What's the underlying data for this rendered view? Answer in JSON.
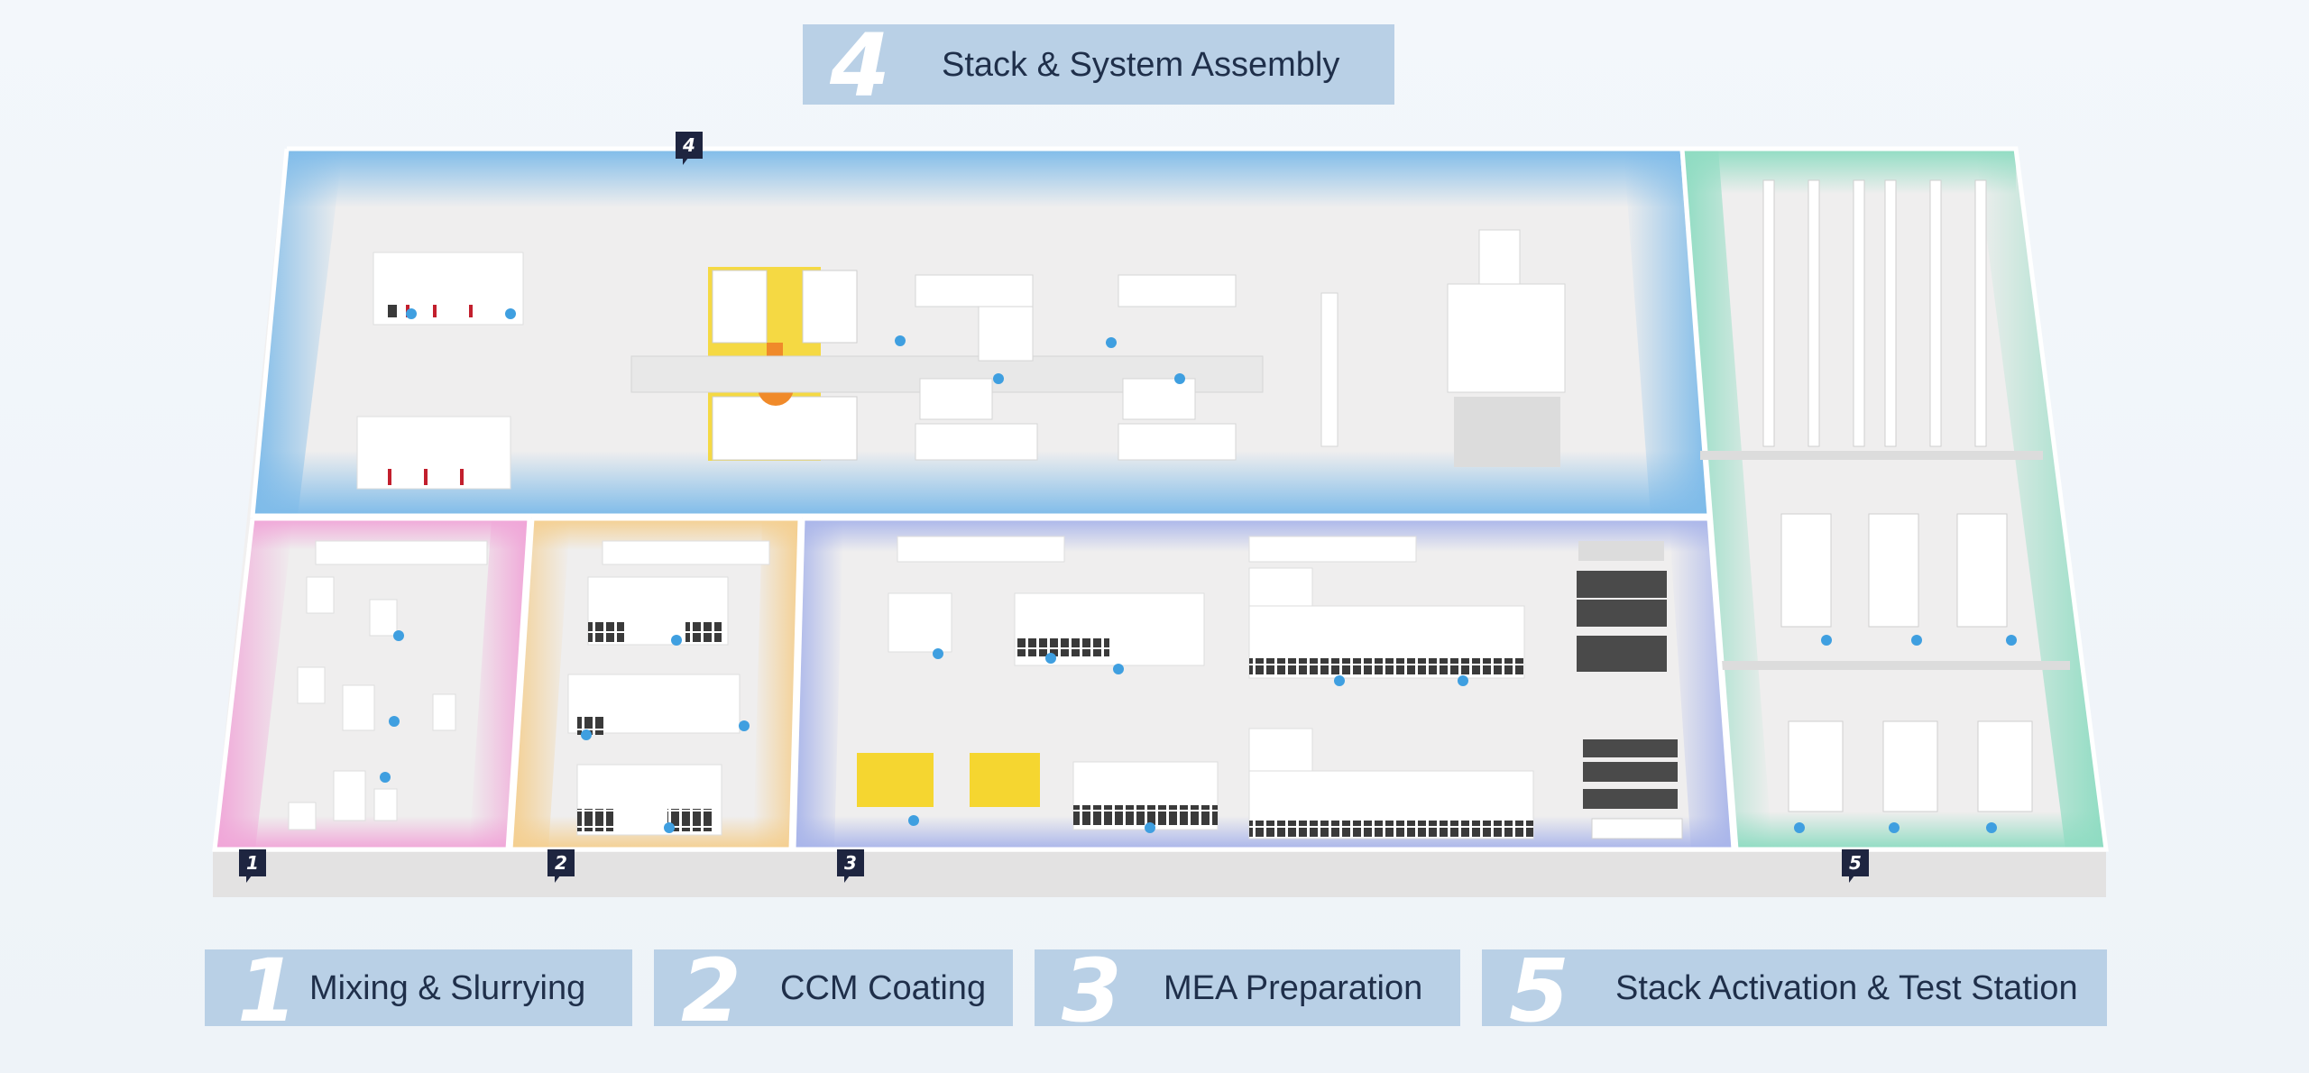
{
  "sections": [
    {
      "id": "4",
      "number": "4",
      "title": "Stack & System Assembly",
      "color": "#8cc4ec"
    },
    {
      "id": "1",
      "number": "1",
      "title": "Mixing & Slurrying",
      "color": "#f0a6d8"
    },
    {
      "id": "2",
      "number": "2",
      "title": "CCM Coating",
      "color": "#f4cf90"
    },
    {
      "id": "3",
      "number": "3",
      "title": "MEA Preparation",
      "color": "#a9b5ea"
    },
    {
      "id": "5",
      "number": "5",
      "title": "Stack Activation & Test Station",
      "color": "#8fdcc2"
    }
  ],
  "markers": [
    "4",
    "1",
    "2",
    "3",
    "5"
  ],
  "colors": {
    "label_bg": "#b9d0e6",
    "label_text": "#1f2f4a",
    "marker_bg": "#1e2540",
    "floor": "#efeeee",
    "base": "#e3e2e2",
    "worker": "#3f9fe0",
    "robot": "#f08a2a",
    "yellow_zone": "#f5d630"
  }
}
